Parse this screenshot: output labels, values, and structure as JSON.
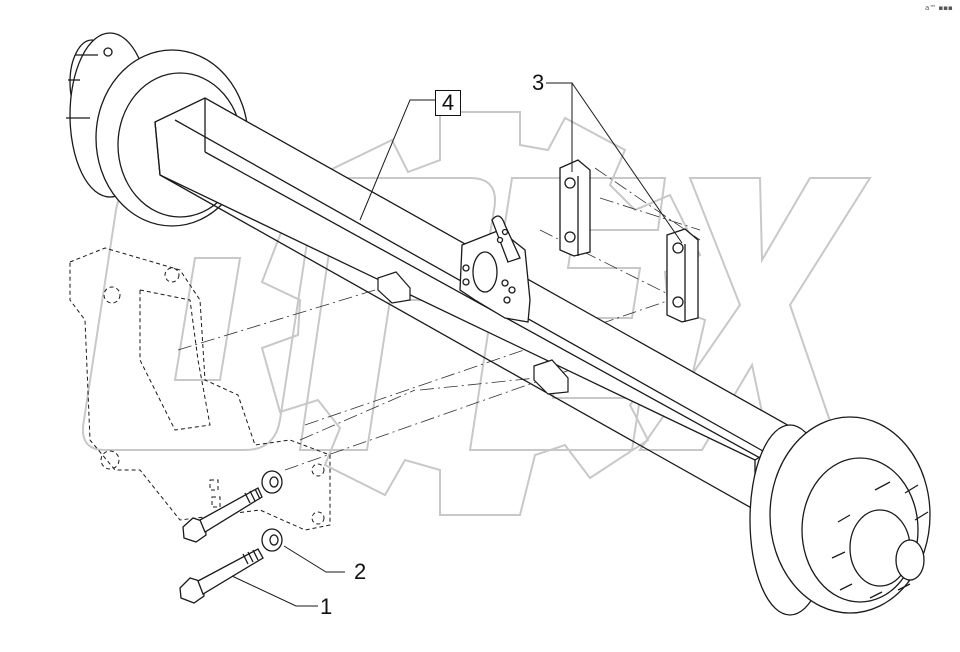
{
  "diagram": {
    "watermark": "OPEX",
    "corner_mark": "a™ ▪▪▪",
    "callouts": [
      {
        "id": "1",
        "label": "1",
        "part": "bolt"
      },
      {
        "id": "2",
        "label": "2",
        "part": "washer"
      },
      {
        "id": "3",
        "label": "3",
        "part": "plates"
      },
      {
        "id": "4",
        "label": "4",
        "part": "axle-beam"
      }
    ],
    "colors": {
      "line": "#1a1a1a",
      "watermark": "#c8c8c8",
      "background": "#ffffff"
    }
  }
}
